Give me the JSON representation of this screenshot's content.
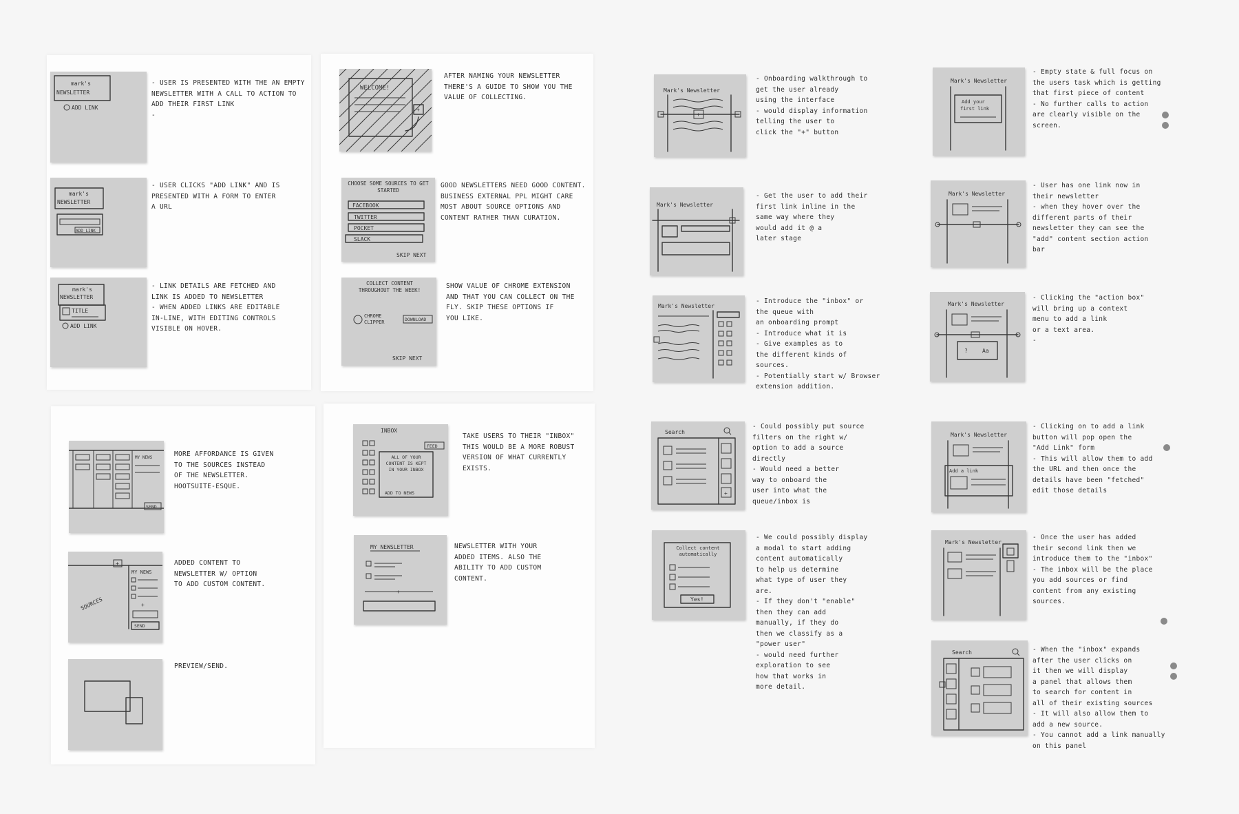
{
  "sheet1": {
    "rows": [
      {
        "note": "newsletter-empty",
        "title1": "mark's",
        "title2": "NEWSLETTER",
        "action": "ADD LINK",
        "lines": [
          "- USER IS PRESENTED WITH THE AN EMPTY",
          "NEWSLETTER WITH A CALL TO ACTION TO",
          "ADD THEIR FIRST LINK",
          "-"
        ]
      },
      {
        "note": "newsletter-form",
        "title1": "mark's",
        "title2": "NEWSLETTER",
        "action": "ADD LINK",
        "lines": [
          "- USER CLICKS \"ADD LINK\" AND IS",
          "PRESENTED WITH A FORM TO ENTER",
          "A URL"
        ]
      },
      {
        "note": "newsletter-link",
        "title1": "mark's",
        "title2": "NEWSLETTER",
        "action": "ADD LINK",
        "field": "TITLE",
        "lines": [
          "- LINK DETAILS ARE FETCHED AND",
          "LINK IS ADDED TO NEWSLETTER",
          "- WHEN ADDED LINKS ARE EDITABLE",
          "IN-LINE, WITH EDITING CONTROLS",
          "VISIBLE ON HOVER."
        ]
      }
    ]
  },
  "sheet2": {
    "rows": [
      {
        "note": "welcome",
        "title": "WELCOME!",
        "lines": [
          "AFTER NAMING YOUR NEWSLETTER",
          "THERE'S A GUIDE TO SHOW YOU THE",
          "VALUE OF COLLECTING."
        ]
      },
      {
        "note": "choose-sources",
        "heading": "CHOOSE SOME SOURCES TO GET STARTED",
        "sources": [
          "FACEBOOK",
          "TWITTER",
          "POCKET",
          "SLACK"
        ],
        "footer": "SKIP NEXT",
        "lines": [
          "GOOD NEWSLETTERS NEED GOOD CONTENT.",
          "BUSINESS EXTERNAL PPL MIGHT CARE",
          "MOST ABOUT SOURCE OPTIONS AND",
          "CONTENT RATHER THAN CURATION."
        ]
      },
      {
        "note": "collect-content",
        "heading": "COLLECT CONTENT THROUGHOUT THE WEEK!",
        "item": "CHROME CLIPPER",
        "button": "DOWNLOAD",
        "footer": "SKIP NEXT",
        "lines": [
          "SHOW VALUE OF CHROME EXTENSION",
          "AND THAT YOU CAN COLLECT ON THE",
          "FLY. SKIP THESE OPTIONS IF",
          "YOU LIKE."
        ]
      }
    ]
  },
  "sheet3": {
    "rows": [
      {
        "note": "sources-columns",
        "button": "SEND",
        "lines": [
          "MORE AFFORDANCE IS GIVEN",
          "TO THE SOURCES INSTEAD",
          "OF THE NEWSLETTER.",
          "HOOTSUITE-ESQUE."
        ]
      },
      {
        "note": "sources-custom",
        "label": "SOURCES",
        "title": "MY NEWS",
        "button": "SEND",
        "lines": [
          "ADDED CONTENT TO",
          "NEWSLETTER W/ OPTION",
          "TO ADD CUSTOM CONTENT."
        ]
      },
      {
        "note": "preview",
        "lines": [
          "PREVIEW/SEND."
        ]
      }
    ]
  },
  "sheet4": {
    "rows": [
      {
        "note": "inbox",
        "title": "INBOX",
        "button": "FEED",
        "message": "ALL OF YOUR CONTENT IS KEPT IN YOUR INBOX",
        "action": "ADD TO NEWS",
        "lines": [
          "TAKE USERS TO THEIR \"INBOX\"",
          "THIS WOULD BE A MORE ROBUST",
          "VERSION OF WHAT CURRENTLY",
          "EXISTS."
        ]
      },
      {
        "note": "my-newsletter",
        "title": "MY NEWSLETTER",
        "lines": [
          "NEWSLETTER WITH YOUR",
          "ADDED ITEMS. ALSO THE",
          "ABILITY TO ADD CUSTOM",
          "CONTENT."
        ]
      }
    ]
  },
  "column3": {
    "rows": [
      {
        "note": "walkthrough",
        "title": "Mark's Newsletter",
        "lines": [
          "- Onboarding walkthrough to",
          "get the user already",
          "using the interface",
          "- would display information",
          "telling the user to",
          "click the \"+\" button"
        ]
      },
      {
        "note": "inline-link",
        "title": "Mark's Newsletter",
        "lines": [
          "- Get the user to add their",
          "first link inline in the",
          "same way where they",
          "would add it @ a",
          "later stage"
        ]
      },
      {
        "note": "inbox-intro",
        "title": "Mark's Newsletter",
        "lines": [
          "- Introduce the \"inbox\" or",
          "the queue with",
          "an onboarding prompt",
          "- Introduce what it is",
          "- Give examples as to",
          "the different kinds of",
          "sources.",
          "- Potentially start w/ Browser",
          "extension addition."
        ]
      },
      {
        "note": "search-filters",
        "title": "Search",
        "lines": [
          "- Could possibly put source",
          "filters on the right w/",
          "option to add a source",
          "directly",
          "- Would need a better",
          "way to onboard the",
          "user into what the",
          "queue/inbox is"
        ]
      },
      {
        "note": "collect-modal",
        "title": "Collect content automatically",
        "button": "Yes!",
        "lines": [
          "- We could possibly display",
          "a modal to start adding",
          "content automatically",
          "to help us determine",
          "what type of user they",
          "are.",
          "- If they don't \"enable\"",
          "then they can add",
          "manually, if they do",
          "then we classify as a",
          "\"power user\"",
          "- would need further",
          "exploration to see",
          "how that works in",
          "more detail."
        ]
      }
    ]
  },
  "column4": {
    "rows": [
      {
        "note": "empty-state",
        "title": "Mark's Newsletter",
        "field1": "Add your",
        "field2": "first link",
        "lines": [
          "- Empty state & full focus on",
          "the users task which is getting",
          "that first piece of content",
          "- No further calls to action",
          "are clearly visible on the",
          "screen."
        ]
      },
      {
        "note": "hover-action",
        "title": "Mark's Newsletter",
        "lines": [
          "- User has one link now in",
          "their newsletter",
          "- when they hover over the",
          "different parts of their",
          "newsletter they can see the",
          "\"add\" content section action",
          "bar"
        ]
      },
      {
        "note": "context-menu",
        "title": "Mark's Newsletter",
        "lines": [
          "- Clicking the \"action box\"",
          "will bring up a context",
          "menu to add a link",
          "or a text area.",
          "-"
        ]
      },
      {
        "note": "add-link-form",
        "title": "Mark's Newsletter",
        "form": "Add a link",
        "lines": [
          "- Clicking on to add a link",
          "button will pop open the",
          "\"Add Link\" form",
          "- This will allow them to add",
          "the URL and then once the",
          "details have been \"fetched\"",
          "edit those details"
        ]
      },
      {
        "note": "second-link",
        "title": "Mark's Newsletter",
        "lines": [
          "- Once the user has added",
          "their second link then we",
          "introduce them to the \"inbox\"",
          "- The inbox will be the place",
          "you add sources or find",
          "content from any existing",
          "sources."
        ]
      },
      {
        "note": "inbox-panel",
        "title": "Search",
        "lines": [
          "- When the \"inbox\" expands",
          "after the user clicks on",
          "it then we will display",
          "a panel that allows them",
          "to search for content in",
          "all of their existing sources",
          "- It will also allow them to",
          "add a new source.",
          "- You cannot add a link manually",
          "on this panel"
        ]
      }
    ]
  }
}
